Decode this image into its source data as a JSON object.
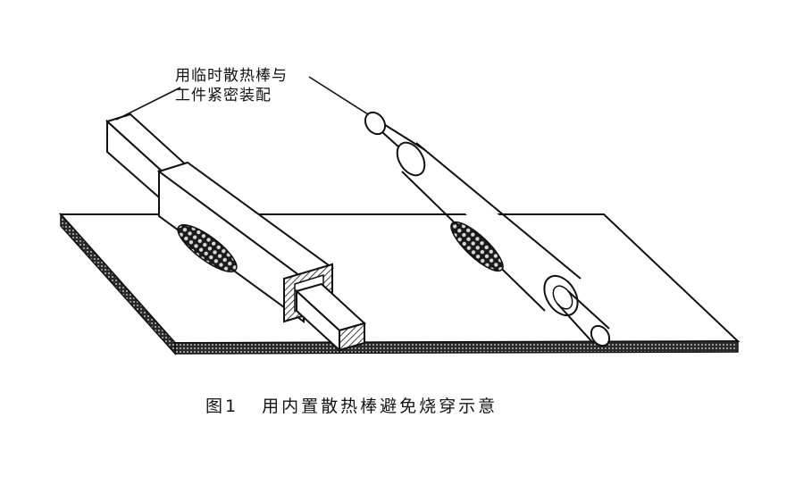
{
  "callout": {
    "line1": "用临时散热棒与",
    "line2": "工件紧密装配"
  },
  "caption": {
    "number": "图1",
    "text": "用内置散热棒避免烧穿示意"
  }
}
